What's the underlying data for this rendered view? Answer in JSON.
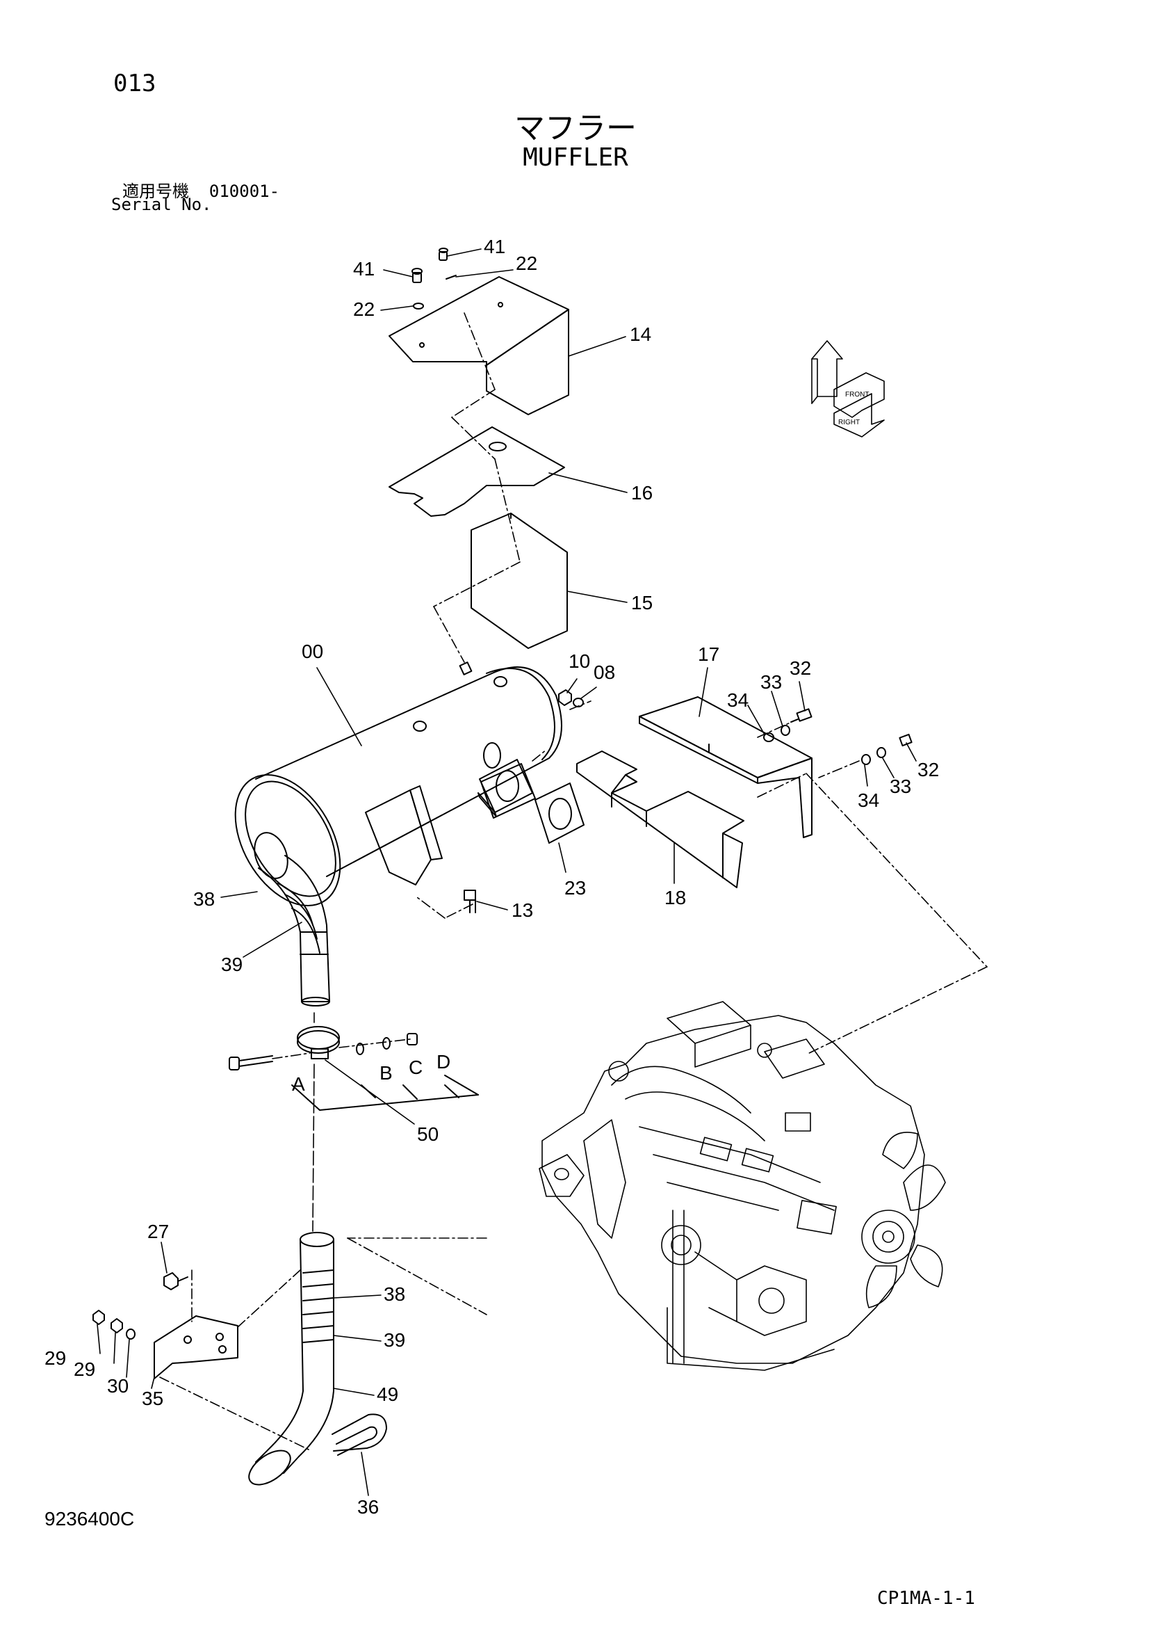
{
  "page_number": "013",
  "title_jp": "マフラー",
  "title_en": "MUFFLER",
  "serial_label_jp": "適用号機",
  "serial_number": "010001-",
  "serial_label_en": "Serial No.",
  "drawing_number": "9236400C",
  "reference_code": "CP1MA-1-1",
  "part_callouts": {
    "p41a": "41",
    "p41b": "41",
    "p22a": "22",
    "p22b": "22",
    "p14": "14",
    "p16": "16",
    "p15": "15",
    "p00": "00",
    "p10": "10",
    "p08": "08",
    "p17": "17",
    "p32a": "32",
    "p33a": "33",
    "p34a": "34",
    "p32b": "32",
    "p33b": "33",
    "p34b": "34",
    "p23": "23",
    "p18": "18",
    "p13": "13",
    "p38a": "38",
    "p39a": "39",
    "pA": "A",
    "pB": "B",
    "pC": "C",
    "pD": "D",
    "p50": "50",
    "p27": "27",
    "p38b": "38",
    "p39b": "39",
    "p29a": "29",
    "p29b": "29",
    "p30": "30",
    "p35": "35",
    "p49": "49",
    "p36": "36"
  },
  "colors": {
    "ink": "#000000",
    "paper": "#ffffff"
  }
}
